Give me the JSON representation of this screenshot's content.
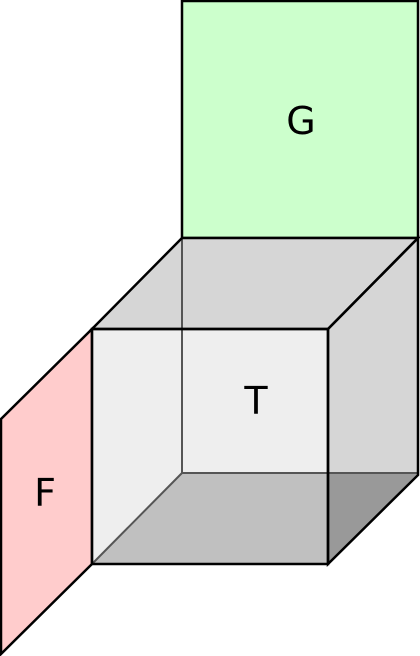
{
  "labels": {
    "top_face": "G",
    "left_face": "F",
    "cube": "T"
  },
  "colors": {
    "top_face_fill": "#ccffcc",
    "left_face_fill": "#ffcccc",
    "cube_light_fill": "#d6d6d6",
    "cube_front_fill": "#e0e0e0",
    "cube_bottom_fill": "#999999",
    "stroke": "#000000"
  }
}
